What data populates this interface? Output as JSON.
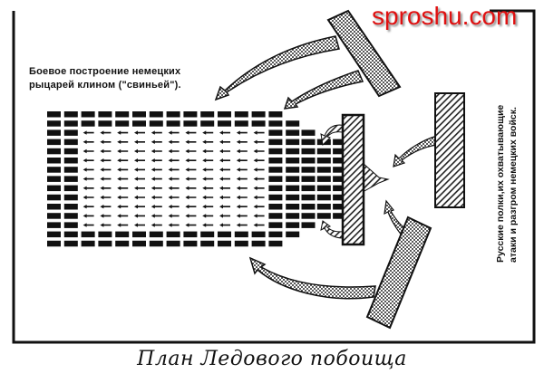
{
  "watermark": "sproshu.com",
  "german_label": {
    "line1": "Боевое построение немецких",
    "line2": "рыцарей клином (\"свиньей\")."
  },
  "russian_label": {
    "line1": "Русские полки,их охватывающие",
    "line2": "атаки и разгром немецких войск."
  },
  "title": "План Ледового побоища",
  "colors": {
    "ink": "#111111",
    "watermark": "#e01010"
  }
}
